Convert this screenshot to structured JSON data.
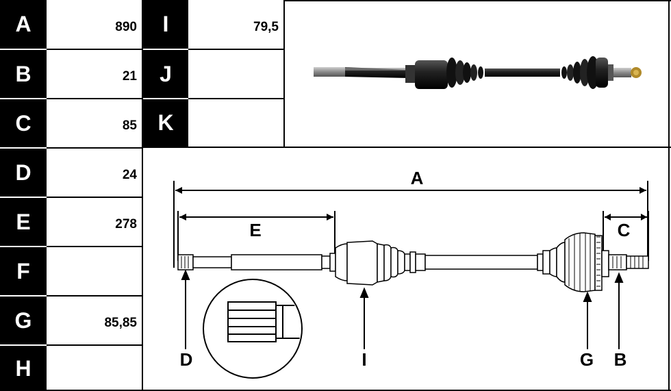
{
  "left_table": [
    {
      "label": "A",
      "value": "890"
    },
    {
      "label": "B",
      "value": "21"
    },
    {
      "label": "C",
      "value": "85"
    },
    {
      "label": "D",
      "value": "24"
    },
    {
      "label": "E",
      "value": "278"
    },
    {
      "label": "F",
      "value": ""
    },
    {
      "label": "G",
      "value": "85,85"
    },
    {
      "label": "H",
      "value": ""
    }
  ],
  "right_table": [
    {
      "label": "I",
      "value": "79,5"
    },
    {
      "label": "J",
      "value": ""
    },
    {
      "label": "K",
      "value": ""
    }
  ],
  "diagram_labels": {
    "A": "A",
    "E": "E",
    "C": "C",
    "D": "D",
    "I": "I",
    "G": "G",
    "B": "B"
  }
}
